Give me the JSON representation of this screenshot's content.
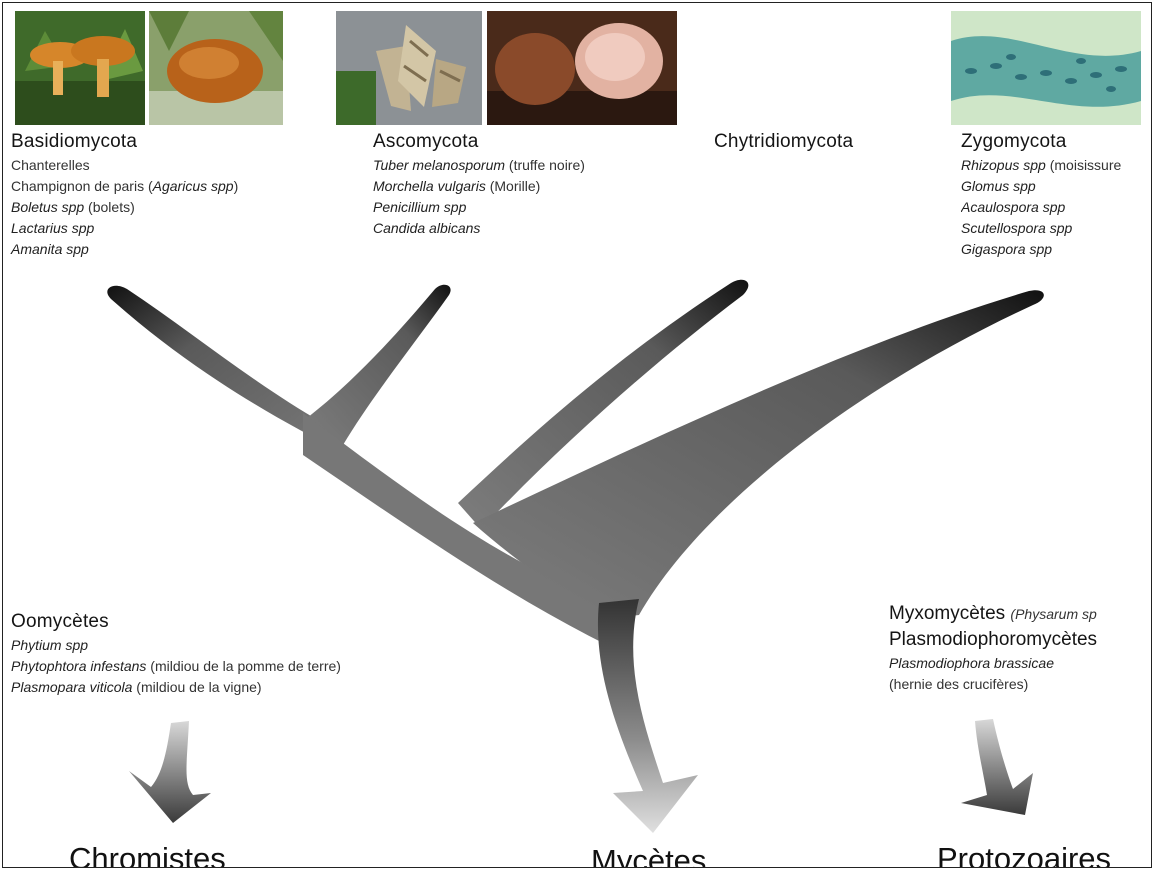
{
  "colors": {
    "branch_dark": "#111111",
    "branch_mid": "#6b6b6b",
    "branch_light": "#d6d6d6"
  },
  "groups": {
    "basidiomycota": {
      "title": "Basidiomycota",
      "items": [
        {
          "sci": "",
          "common": "Chanterelles"
        },
        {
          "sci": "Agaricus spp",
          "pre": "Champignon de paris (",
          "post": ")"
        },
        {
          "sci": "Boletus spp",
          "common": " (bolets)"
        },
        {
          "sci": "Lactarius spp",
          "common": ""
        },
        {
          "sci": "Amanita spp",
          "common": ""
        }
      ]
    },
    "ascomycota": {
      "title": "Ascomycota",
      "items": [
        {
          "sci": "Tuber melanosporum",
          "common": " (truffe noire)"
        },
        {
          "sci": "Morchella vulgaris",
          "common": " (Morille)"
        },
        {
          "sci": "Penicillium spp",
          "common": ""
        },
        {
          "sci": "Candida albicans",
          "common": ""
        }
      ]
    },
    "chytridiomycota": {
      "title": "Chytridiomycota"
    },
    "zygomycota": {
      "title": "Zygomycota",
      "items": [
        {
          "sci": "Rhizopus spp",
          "common": " (moisissure"
        },
        {
          "sci": "Glomus spp",
          "common": ""
        },
        {
          "sci": "Acaulospora spp",
          "common": ""
        },
        {
          "sci": "Scutellospora spp",
          "common": ""
        },
        {
          "sci": "Gigaspora spp",
          "common": ""
        }
      ]
    },
    "oomycetes": {
      "title": "Oomycètes",
      "items": [
        {
          "sci": "Phytium spp",
          "common": ""
        },
        {
          "sci": "Phytophtora infestans",
          "common": " (mildiou de la pomme de terre)"
        },
        {
          "sci": "Plasmopara viticola",
          "common": " (mildiou de la vigne)"
        }
      ]
    },
    "myxo": {
      "title1": "Myxomycètes",
      "title1_sci": "(Physarum sp",
      "title2": "Plasmodiophoromycètes",
      "items": [
        {
          "sci": "Plasmodiophora brassicae",
          "common": ""
        },
        {
          "sci": "",
          "common": "(hernie des crucifères)"
        }
      ]
    }
  },
  "bottom": {
    "chromistes": "Chromistes",
    "mycetes": "Mycètes",
    "protozoaires": "Protozoaires"
  }
}
